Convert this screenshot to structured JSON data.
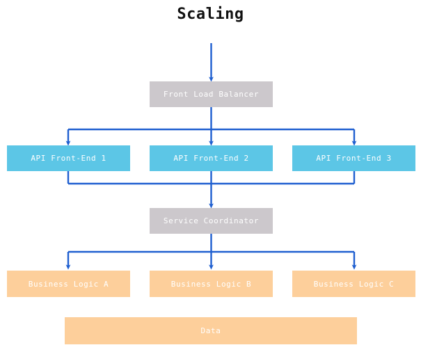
{
  "diagram": {
    "title": "Scaling",
    "colors": {
      "background": "#ffffff",
      "title_text": "#111111",
      "gray_node": "#ccc8cc",
      "cyan_node": "#5cc6e6",
      "orange_node": "#fdcf9b",
      "node_label": "#ffffff",
      "edge": "#1f5fd0"
    },
    "nodes": {
      "front_load_balancer": "Front Load Balancer",
      "api_front_end_1": "API Front-End 1",
      "api_front_end_2": "API Front-End 2",
      "api_front_end_3": "API Front-End 3",
      "service_coordinator": "Service Coordinator",
      "business_logic_a": "Business Logic A",
      "business_logic_b": "Business Logic B",
      "business_logic_c": "Business Logic C",
      "data": "Data"
    },
    "layers": [
      {
        "name": "entry",
        "kind": "arrow-in"
      },
      {
        "name": "load-balancer",
        "kind": "gray"
      },
      {
        "name": "api-tier",
        "kind": "cyan",
        "count": 3
      },
      {
        "name": "coordinator",
        "kind": "gray"
      },
      {
        "name": "business-tier",
        "kind": "orange",
        "count": 3
      },
      {
        "name": "data-tier",
        "kind": "orange",
        "count": 1
      }
    ]
  }
}
